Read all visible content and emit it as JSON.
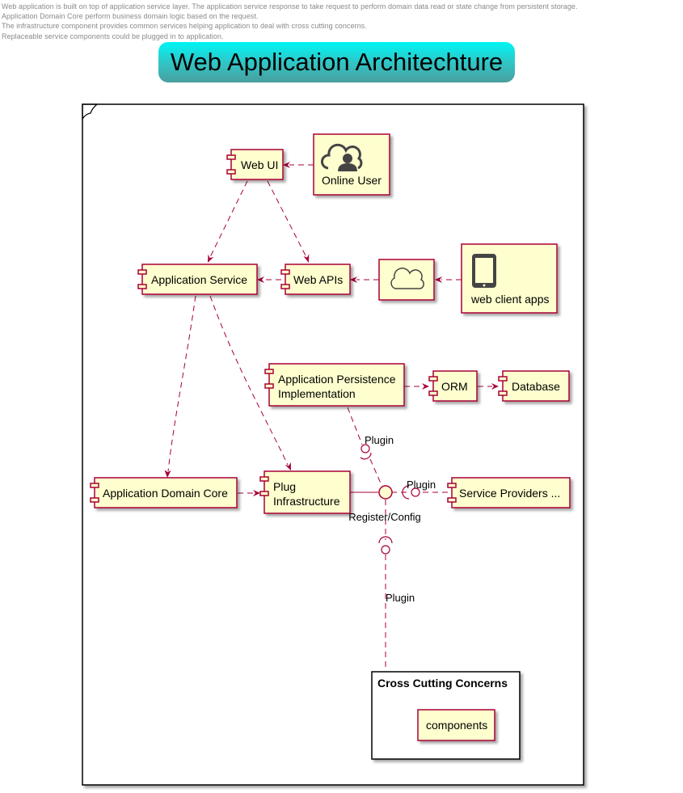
{
  "caption": [
    "Web application is built on top of application service layer. The application service response to take request to perform domain data read or state change from persistent storage.",
    "Application Domain Core perform business domain logic based on the request.",
    "The infrastructure component provides common services helping application to deal with cross cutting concerns.",
    "Replaceable service components could be plugged in to application."
  ],
  "title": "Web Application Architechture",
  "colors": {
    "node_fill": "#FEFECE",
    "node_border": "#A80036",
    "title_gradient_top": "#00f5f5",
    "title_gradient_bottom": "#4a9e9e"
  },
  "nodes": {
    "web_ui": "Web UI",
    "online_user": "Online User",
    "app_service": "Application Service",
    "web_apis": "Web APIs",
    "web_client_apps": "web client apps",
    "persistence_line1": "Application Persistence",
    "persistence_line2": "Implementation",
    "orm": "ORM",
    "database": "Database",
    "domain_core": "Application Domain Core",
    "plug_line1": "Plug",
    "plug_line2": "Infrastructure",
    "service_providers": "Service Providers ...",
    "cross_cutting": "Cross Cutting Concerns",
    "components": "components"
  },
  "icons": {
    "online_user": "cloud-user-icon",
    "internet": "cloud-icon",
    "web_client_apps": "tablet-icon"
  },
  "edges": {
    "plugin_persistence": "Plugin",
    "plugin_service": "Plugin",
    "plugin_cross": "Plugin",
    "register_config": "Register/Config"
  }
}
